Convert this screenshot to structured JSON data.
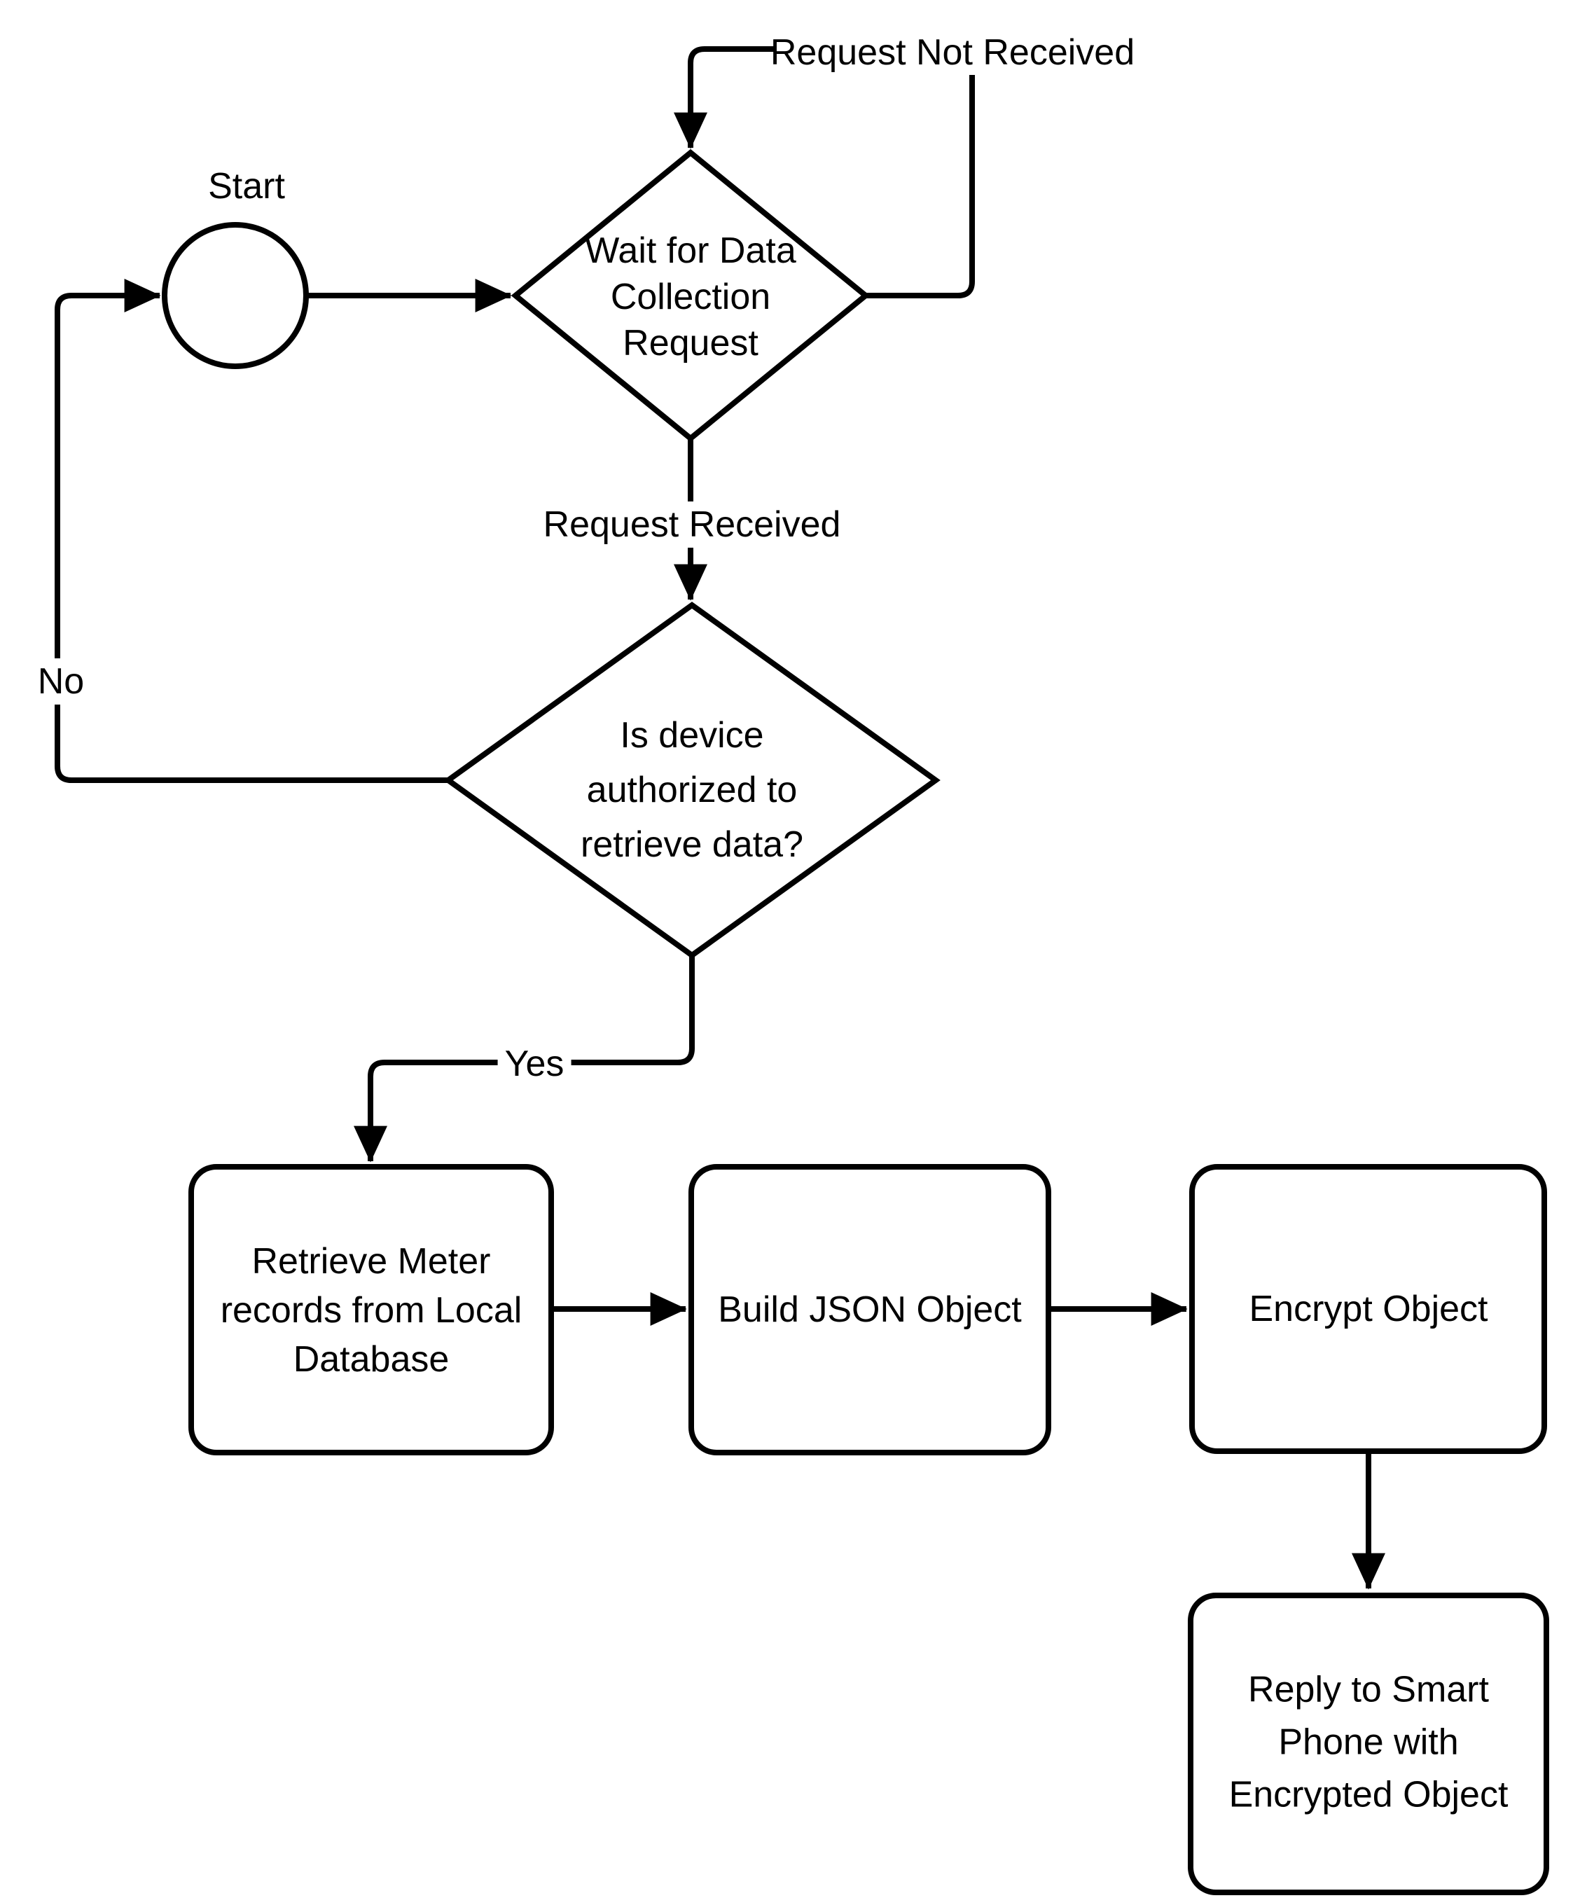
{
  "diagram": {
    "title": "Data collection request flowchart",
    "background_color": "#ffffff",
    "line_color": "#000000",
    "nodes": {
      "start": {
        "type": "start-circle",
        "label": "Start"
      },
      "wait_for_request": {
        "type": "decision",
        "lines": [
          "Wait for Data",
          "Collection",
          "Request"
        ]
      },
      "is_authorized": {
        "type": "decision",
        "lines": [
          "Is device",
          "authorized to",
          "retrieve data?"
        ]
      },
      "retrieve_records": {
        "type": "process",
        "lines": [
          "Retrieve Meter",
          "records from Local",
          "Database"
        ]
      },
      "build_json": {
        "type": "process",
        "lines": [
          "Build JSON Object"
        ]
      },
      "encrypt_object": {
        "type": "process",
        "lines": [
          "Encrypt Object"
        ]
      },
      "reply_smartphone": {
        "type": "process",
        "lines": [
          "Reply to Smart",
          "Phone with",
          "Encrypted Object"
        ]
      }
    },
    "edge_labels": {
      "request_not_received": "Request Not Received",
      "request_received": "Request Received",
      "no": "No",
      "yes": "Yes"
    }
  }
}
